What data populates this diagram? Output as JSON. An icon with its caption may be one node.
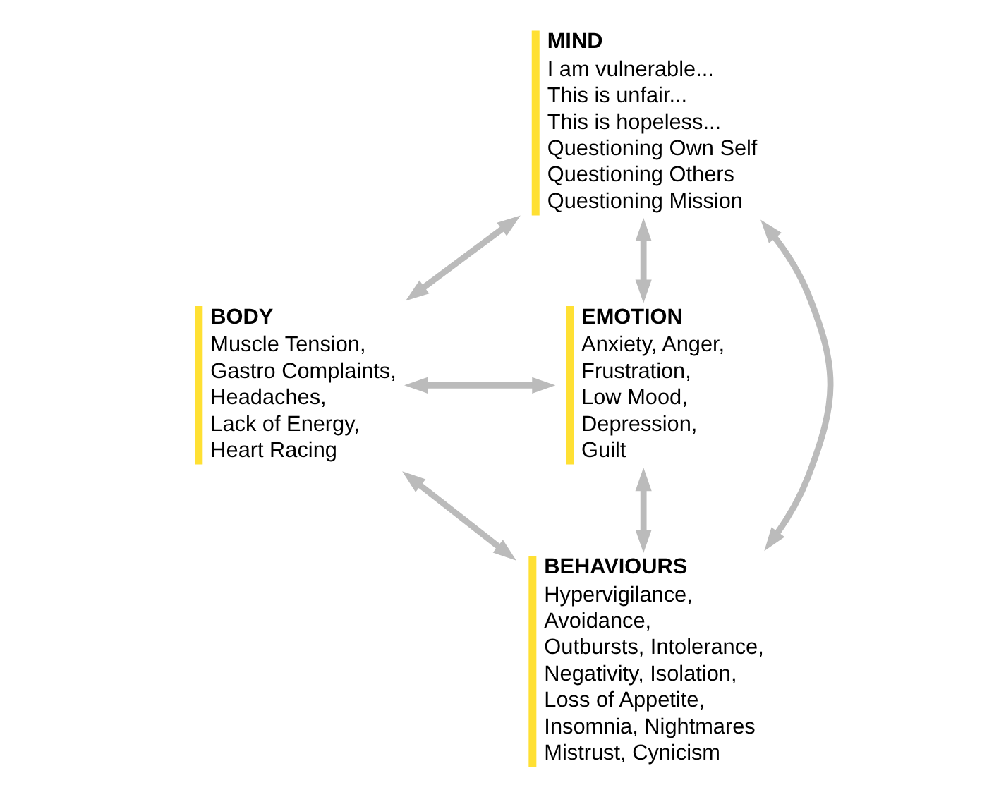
{
  "diagram": {
    "nodes": [
      {
        "text": [
          "MIND",
          "I am vulnerable...",
          "This is unfair...",
          "This is hopeless...",
          "Questioning Own Self",
          "Questioning Others",
          "Questioning Mission"
        ]
      },
      {
        "text": [
          "BODY",
          "Muscle Tension,",
          "Gastro Complaints,",
          "Headaches,",
          "Lack of Energy,",
          "Heart Racing"
        ]
      },
      {
        "text": [
          "EMOTION",
          "Anxiety, Anger,",
          "Frustration,",
          "Low Mood,",
          "Depression,",
          "Guilt"
        ]
      },
      {
        "text": [
          "BEHAVIOURS",
          "Hypervigilance,",
          "Avoidance,",
          "Outbursts, Intolerance,",
          "Negativity, Isolation,",
          "Loss of Appetite,",
          "Insomnia, Nightmares",
          "Mistrust, Cynicism"
        ]
      }
    ],
    "edges": [
      {
        "from": 0,
        "to": 1,
        "arrow": "both"
      },
      {
        "from": 0,
        "to": 2,
        "arrow": "both"
      },
      {
        "from": 1,
        "to": 2,
        "arrow": "both"
      },
      {
        "from": 0,
        "to": 3,
        "arrow": "both"
      },
      {
        "from": 1,
        "to": 3,
        "arrow": "both"
      },
      {
        "from": 2,
        "to": 3,
        "arrow": "both"
      }
    ]
  }
}
